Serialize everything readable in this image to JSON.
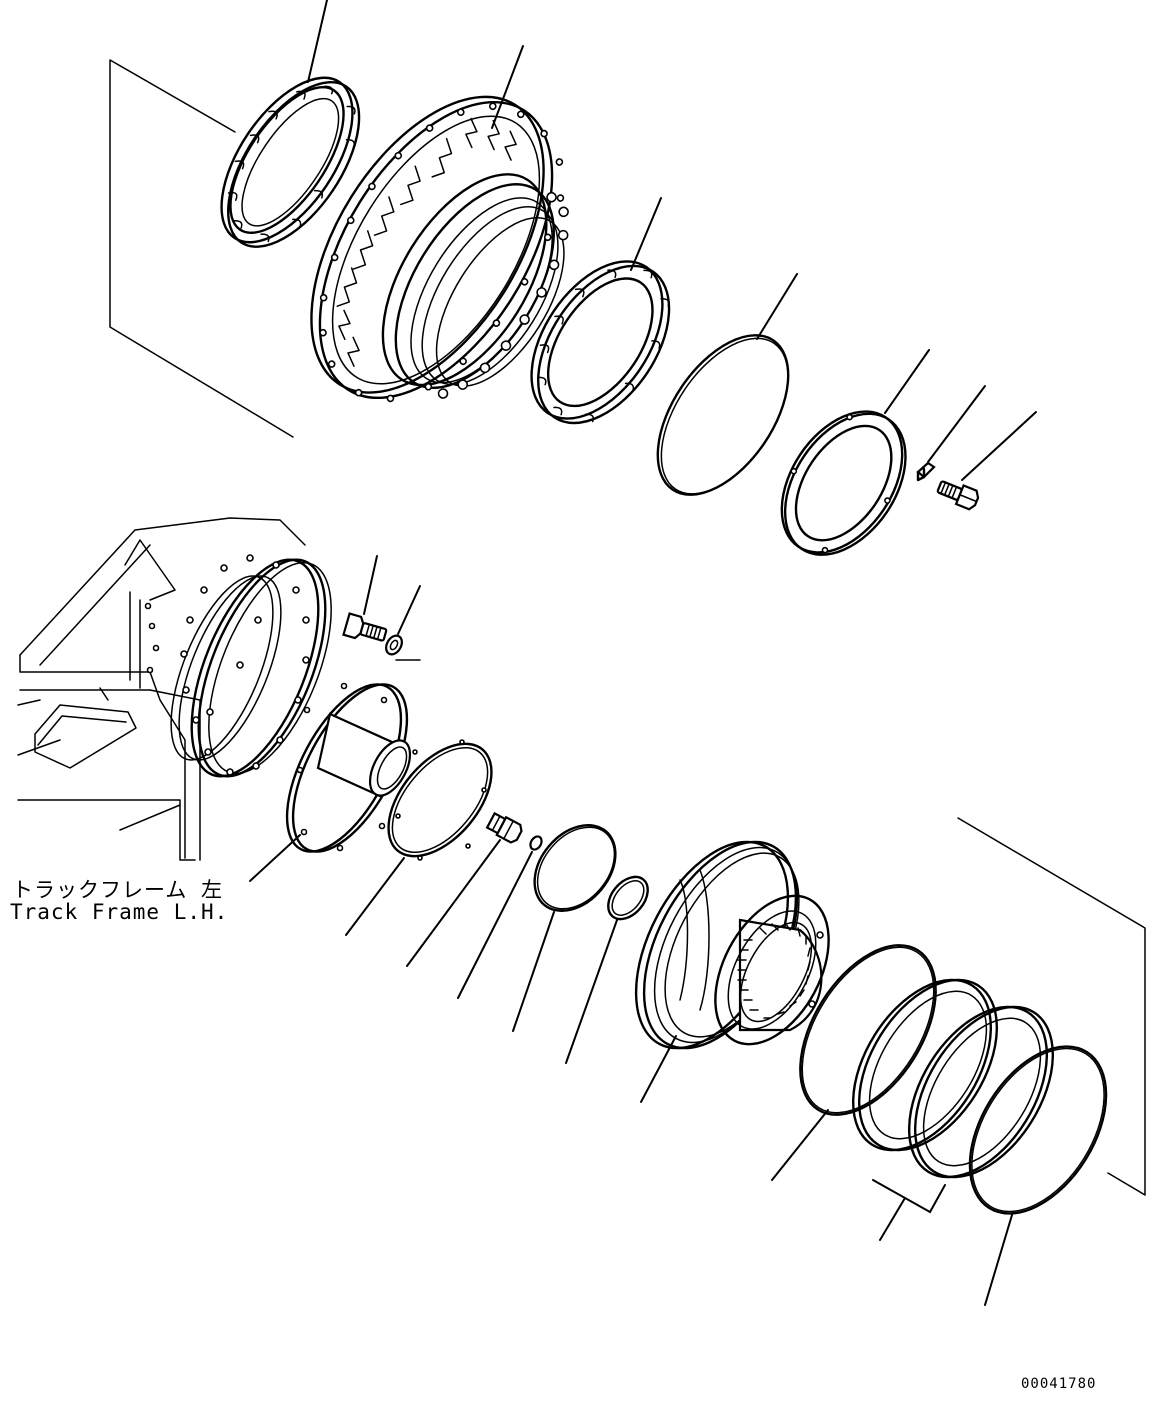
{
  "diagram": {
    "track_frame_label_jp": "トラックフレーム 左",
    "track_frame_label_en": "Track Frame L.H.",
    "drawing_number": "00041780"
  },
  "colors": {
    "line": "#000000",
    "background": "#ffffff"
  },
  "icons": [
    "bearing-ring",
    "sprocket-hub",
    "o-ring",
    "retainer-plate",
    "lock-plate",
    "bolt",
    "washer",
    "hub-cover",
    "gasket",
    "plug",
    "drive-housing",
    "seal-assembly"
  ]
}
